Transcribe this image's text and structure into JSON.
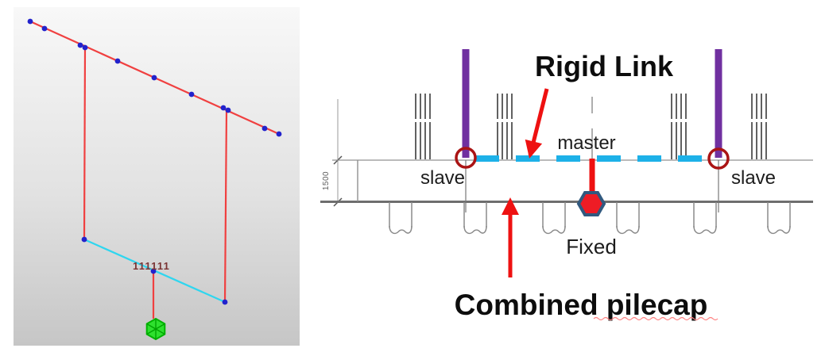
{
  "figure": {
    "left_model_view": {
      "node_label": "111111",
      "colors": {
        "member_line": "#f04040",
        "link_line": "#2fd6ef",
        "node_dot": "#2222cc",
        "support_green": "#2ee02e",
        "background_top": "#f8f8f8",
        "background_bottom": "#c6c6c6"
      }
    },
    "right_diagram": {
      "title": "Rigid Link",
      "master_label": "master",
      "slave_left_label": "slave",
      "slave_right_label": "slave",
      "fixed_label": "Fixed",
      "caption": "Combined pilecap",
      "dimension_value": "1500",
      "colors": {
        "rigid_link_dash": "#1db1e8",
        "column_purple": "#7030a0",
        "annotation_red": "#ee1111",
        "slave_circle_red": "#aa1414",
        "fixed_marker_fill": "#ee1c25",
        "fixed_marker_stroke": "#31597f",
        "drawing_gray": "#8a8a8a"
      }
    }
  }
}
